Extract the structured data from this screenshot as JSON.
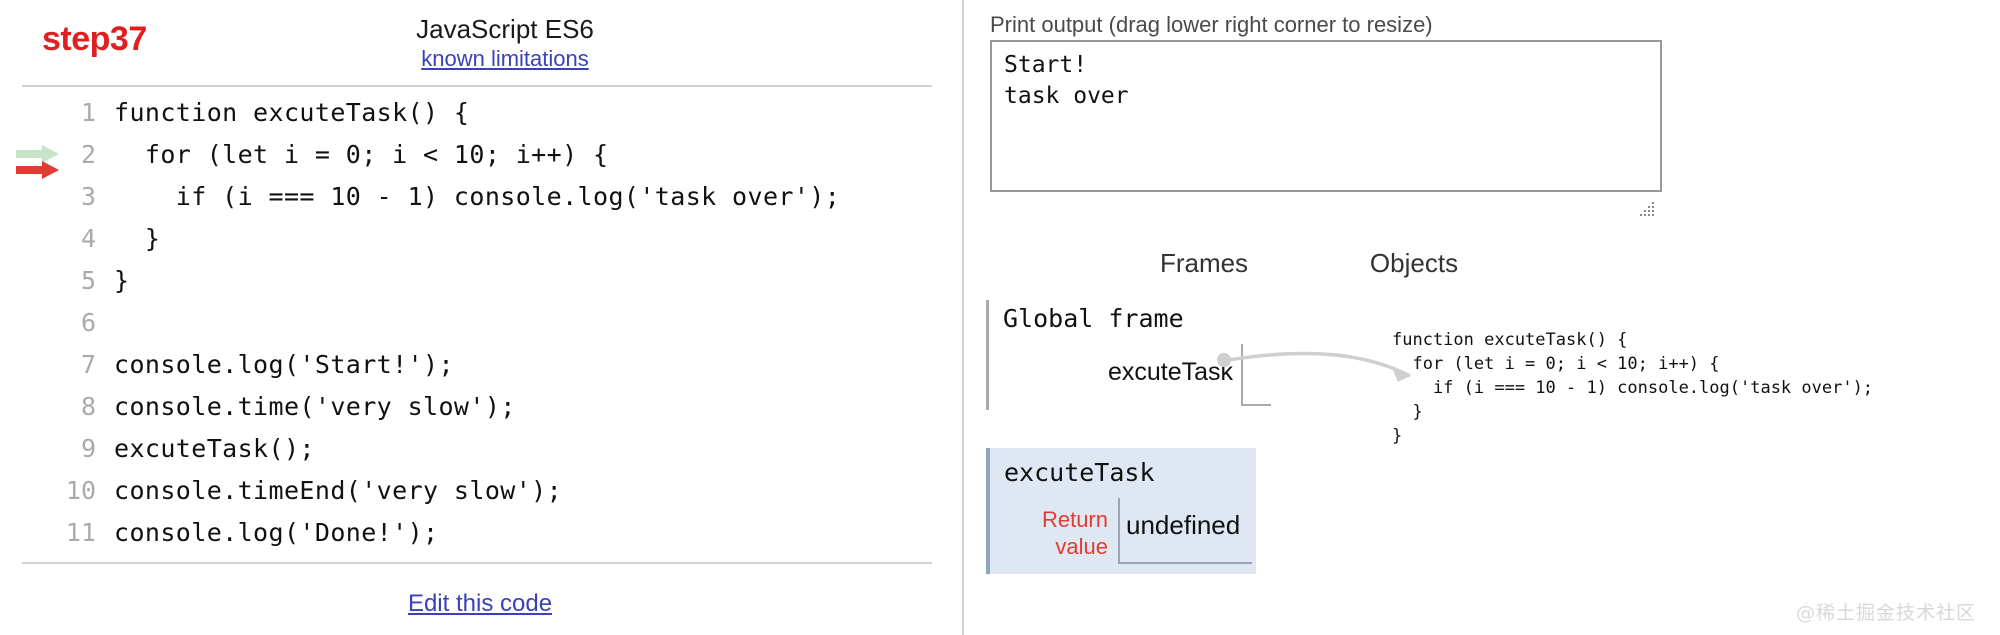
{
  "left": {
    "step_label": "step37",
    "lang_title": "JavaScript ES6",
    "known_limitations_link": "known limitations",
    "edit_code_link": "Edit this code",
    "execution_arrow_green": "next-line-arrow",
    "execution_arrow_red": "current-line-arrow",
    "current_line": 2,
    "code_lines": [
      {
        "num": "1",
        "text": "function excuteTask() {"
      },
      {
        "num": "2",
        "text": "  for (let i = 0; i < 10; i++) {"
      },
      {
        "num": "3",
        "text": "    if (i === 10 - 1) console.log('task over');"
      },
      {
        "num": "4",
        "text": "  }"
      },
      {
        "num": "5",
        "text": "}"
      },
      {
        "num": "6",
        "text": ""
      },
      {
        "num": "7",
        "text": "console.log('Start!');"
      },
      {
        "num": "8",
        "text": "console.time('very slow');"
      },
      {
        "num": "9",
        "text": "excuteTask();"
      },
      {
        "num": "10",
        "text": "console.timeEnd('very slow');"
      },
      {
        "num": "11",
        "text": "console.log('Done!');"
      }
    ]
  },
  "right": {
    "print_output_label": "Print output (drag lower right corner to resize)",
    "print_output_text": "Start!\ntask over",
    "resize_handle_icon": "resize-grip-icon",
    "frames_header": "Frames",
    "objects_header": "Objects",
    "global_frame": {
      "title": "Global frame",
      "variable_name": "excuteTask",
      "pointer_icon": "pointer-arrow-icon"
    },
    "object_code": "function excuteTask() {\n  for (let i = 0; i < 10; i++) {\n    if (i === 10 - 1) console.log('task over');\n  }\n}",
    "exec_frame": {
      "title": "excuteTask",
      "return_value_label": "Return\nvalue",
      "return_value": "undefined"
    }
  },
  "watermark": "@稀土掘金技术社区",
  "colors": {
    "step_red": "#e02020",
    "link_blue": "#3b41b8",
    "return_red": "#e03c31",
    "frame_bg": "#dfe8f2",
    "frame_border": "#8fa6be",
    "rule_gray": "#d3d3d3",
    "line_number_gray": "#aaaaaa",
    "arrow_green": "#c7e3c8",
    "arrow_red": "#e03c31"
  }
}
